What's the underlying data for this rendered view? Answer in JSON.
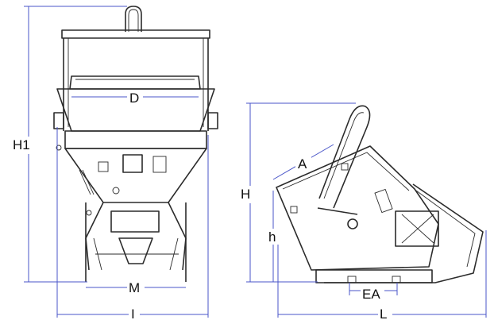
{
  "front_view": {
    "labels": {
      "h1": "H1",
      "d": "D",
      "m": "M",
      "i": "I"
    }
  },
  "side_view": {
    "labels": {
      "h": "H",
      "h_small": "h",
      "a": "A",
      "ea": "EA",
      "l": "L"
    }
  },
  "colors": {
    "dimension_line": "#4a56c8",
    "drawing_ink": "#2b2b2b"
  }
}
